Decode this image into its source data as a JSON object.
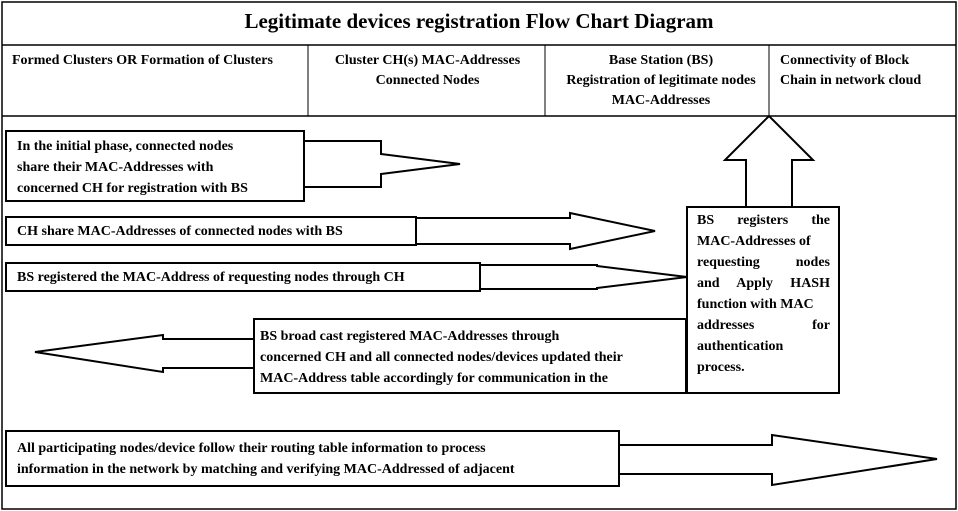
{
  "title": "Legitimate devices registration Flow Chart Diagram",
  "columns": [
    {
      "lines": [
        "Formed Clusters OR Formation of Clusters"
      ]
    },
    {
      "lines": [
        "Cluster CH(s) MAC-Addresses",
        "Connected Nodes"
      ]
    },
    {
      "lines": [
        "Base Station (BS)",
        "Registration of legitimate nodes",
        "MAC-Addresses"
      ]
    },
    {
      "lines": [
        "Connectivity of Block",
        "Chain in network cloud"
      ]
    }
  ],
  "steps": [
    {
      "lines": [
        "In the initial  phase, connected nodes",
        "share their MAC-Addresses with",
        "concerned CH for registration  with BS"
      ]
    },
    {
      "lines": [
        "CH share MAC-Addresses of connected nodes with BS"
      ]
    },
    {
      "lines": [
        "BS registered the MAC-Address of requesting nodes through CH"
      ]
    },
    {
      "lines": [
        "BS broad cast registered  MAC-Addresses through",
        "concerned CH and all connected nodes/devices updated their",
        "MAC-Address table accordingly for communication  in the"
      ]
    },
    {
      "lines": [
        "All participating nodes/device follow their routing table information to process",
        "information in the network by matching and verifying MAC-Addressed of adjacent"
      ]
    }
  ],
  "bs_box": {
    "lines": [
      "BS    registers    the",
      "MAC-Addresses of",
      "requesting        nodes",
      "and  Apply  HASH",
      "function with MAC",
      "addresses            for",
      "authentication",
      "process."
    ]
  },
  "colors": {
    "stroke": "#000000",
    "fill": "#ffffff",
    "text": "#000000"
  }
}
